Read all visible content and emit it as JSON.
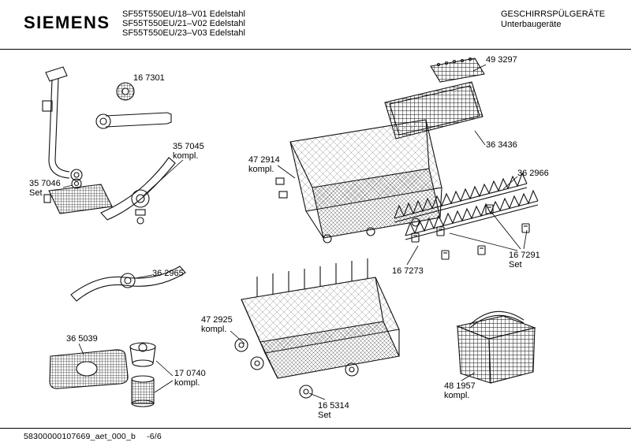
{
  "header": {
    "brand": "SIEMENS",
    "models": [
      "SF55T550EU/18–V01 Edelstahl",
      "SF55T550EU/21–V02 Edelstahl",
      "SF55T550EU/23–V03 Edelstahl"
    ],
    "category": "GESCHIRRSPÜLGERÄTE",
    "subcategory": "Unterbaugeräte"
  },
  "footer": {
    "document_id": "58300000107669_aet_000_b",
    "page": "-6/6"
  },
  "parts": [
    {
      "id": "16 7301",
      "suffix": ""
    },
    {
      "id": "35 7045",
      "suffix": "kompl."
    },
    {
      "id": "35 7046",
      "suffix": "Set"
    },
    {
      "id": "36 2965",
      "suffix": ""
    },
    {
      "id": "36 5039",
      "suffix": ""
    },
    {
      "id": "17 0740",
      "suffix": "kompl."
    },
    {
      "id": "49 3297",
      "suffix": ""
    },
    {
      "id": "36 3436",
      "suffix": ""
    },
    {
      "id": "47 2914",
      "suffix": "kompl."
    },
    {
      "id": "36 2966",
      "suffix": ""
    },
    {
      "id": "16 7291",
      "suffix": "Set"
    },
    {
      "id": "16 7273",
      "suffix": ""
    },
    {
      "id": "47 2925",
      "suffix": "kompl."
    },
    {
      "id": "16 5314",
      "suffix": "Set"
    },
    {
      "id": "48 1957",
      "suffix": "kompl."
    }
  ],
  "colors": {
    "line": "#111111",
    "background": "#ffffff"
  }
}
